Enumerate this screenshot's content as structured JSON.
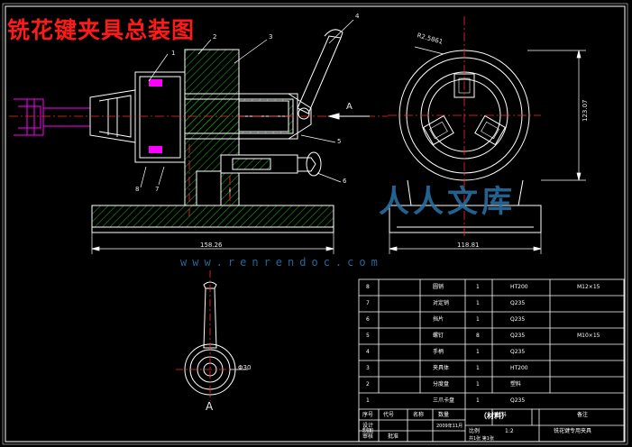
{
  "title": "铣花键夹具总装图",
  "watermark": {
    "brand": "人人文库",
    "url": "www.renrendoc.com"
  },
  "colors": {
    "line": "#ffffff",
    "hatch": "#1ea01e",
    "center": "#ff2a2a",
    "part": "#ff00ff",
    "dim": "#ffff00",
    "watermark": "#2a73a8"
  },
  "callouts": [
    "1",
    "2",
    "3",
    "4",
    "5",
    "6",
    "7",
    "8"
  ],
  "dims": {
    "len_left": "158.26",
    "len_right": "118.81",
    "height": "123.07",
    "dia_top": "R2.5861",
    "dia_view_a": "Φ30"
  },
  "view_label": "A",
  "bom": {
    "rows": [
      {
        "no": "8",
        "name": "圆销",
        "qty": "1",
        "mat": "HT200",
        "note": "M12×15"
      },
      {
        "no": "7",
        "name": "对定销",
        "qty": "1",
        "mat": "Q235",
        "note": ""
      },
      {
        "no": "6",
        "name": "挡片",
        "qty": "1",
        "mat": "Q235",
        "note": ""
      },
      {
        "no": "5",
        "name": "螺钉",
        "qty": "8",
        "mat": "Q235",
        "note": "M10×15"
      },
      {
        "no": "4",
        "name": "手柄",
        "qty": "1",
        "mat": "Q235",
        "note": ""
      },
      {
        "no": "3",
        "name": "夹具体",
        "qty": "1",
        "mat": "HT200",
        "note": ""
      },
      {
        "no": "2",
        "name": "分度盘",
        "qty": "1",
        "mat": "塑料",
        "note": ""
      },
      {
        "no": "1",
        "name": "三爪卡盘",
        "qty": "1",
        "mat": "Q235",
        "note": ""
      }
    ],
    "header": {
      "no": "序号",
      "code": "代号",
      "name": "名称",
      "qty": "数量",
      "mat": "材料",
      "note": "备注"
    }
  },
  "titleblock": {
    "material": "（材料）",
    "scale_label": "比例",
    "scale": "1:2",
    "name": "铣花键专用夹具",
    "sheet": "共1张  第1张",
    "design": "设计",
    "date": "2009年11月",
    "draw": "制图",
    "check": "审核",
    "approve": "批准"
  }
}
